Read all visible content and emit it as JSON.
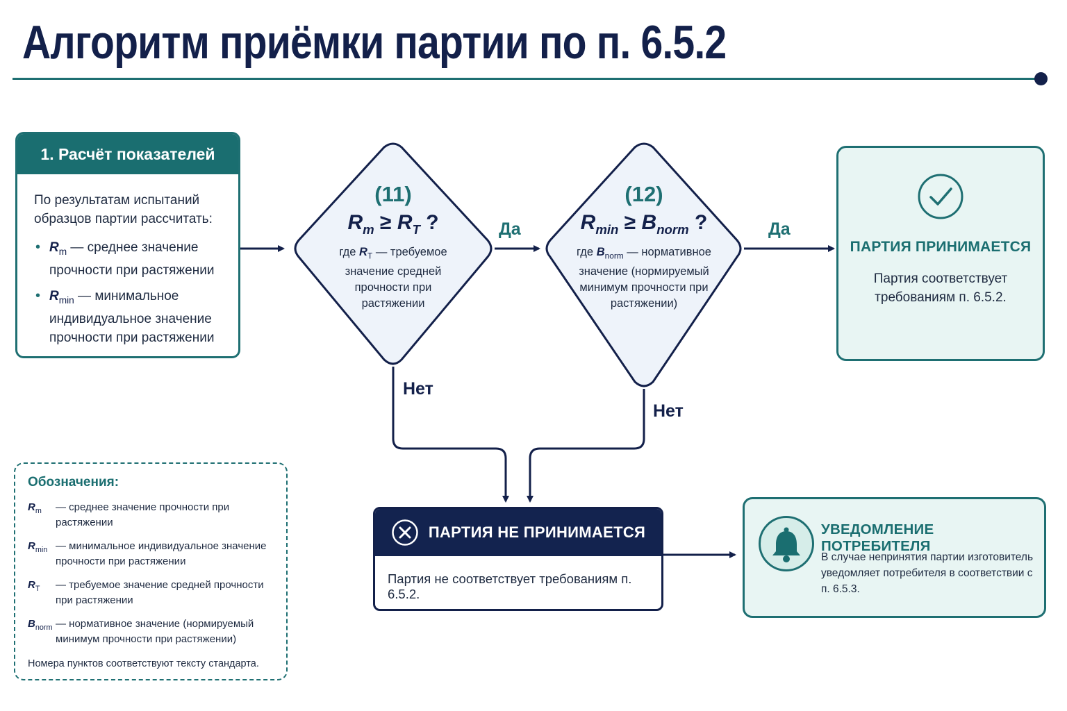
{
  "title": "Алгоритм приёмки партии по п. 6.5.2",
  "step1": {
    "header": "1. Расчёт показателей",
    "intro": "По результатам испытаний образцов партии рассчитать:",
    "items": [
      {
        "sym": "R",
        "sub": "m",
        "text": "— среднее значение прочности при растяжении"
      },
      {
        "sym": "R",
        "sub": "min",
        "text": "— минимальное индивидуальное значение прочности при растяжении"
      }
    ]
  },
  "check11": {
    "number": "(11)",
    "formula_left": "R",
    "formula_left_sub": "m",
    "op": "≥",
    "formula_right": "R",
    "formula_right_sub": "T",
    "q": "?",
    "desc_prefix": "где",
    "desc_sym": "R",
    "desc_sub": "T",
    "desc": "— требуемое значение средней прочности при растяжении"
  },
  "check12": {
    "number": "(12)",
    "formula_left": "R",
    "formula_left_sub": "min",
    "op": "≥",
    "formula_right": "B",
    "formula_right_sub": "norm",
    "q": "?",
    "desc_prefix": "где",
    "desc_sym": "B",
    "desc_sub": "norm",
    "desc": "— нормативное значение (нормируемый минимум прочности при растяжении)"
  },
  "labels": {
    "yes": "Да",
    "no": "Нет"
  },
  "accept": {
    "title": "ПАРТИЯ ПРИНИМАЕТСЯ",
    "text": "Партия соответствует требованиям п. 6.5.2."
  },
  "reject": {
    "title": "ПАРТИЯ НЕ ПРИНИМАЕТСЯ",
    "text": "Партия не соответствует требованиям п. 6.5.2."
  },
  "notify": {
    "title": "УВЕДОМЛЕНИЕ ПОТРЕБИТЕЛЯ",
    "text": "В случае непринятия партии изготовитель уведомляет потребителя в соответствии с п. 6.5.3."
  },
  "legend": {
    "title": "Обозначения:",
    "rows": [
      {
        "sym": "R",
        "sub": "m",
        "text": "— среднее значение прочности при растяжении"
      },
      {
        "sym": "R",
        "sub": "min",
        "text": "— минимальное индивидуальное значение прочности при растяжении"
      },
      {
        "sym": "R",
        "sub": "T",
        "text": "— требуемое значение средней прочности при растяжении"
      },
      {
        "sym": "B",
        "sub": "norm",
        "text": "— нормативное значение (нормируемый минимум прочности при растяжении)"
      }
    ],
    "note": "Номера пунктов соответствуют тексту стандарта."
  },
  "colors": {
    "navy": "#13204a",
    "teal": "#1e6f72",
    "mint": "#e8f5f3",
    "diamond_fill": "#eef3fa"
  },
  "icons": {
    "accept": "check-circle-icon",
    "reject": "x-circle-icon",
    "notify": "bell-icon"
  }
}
